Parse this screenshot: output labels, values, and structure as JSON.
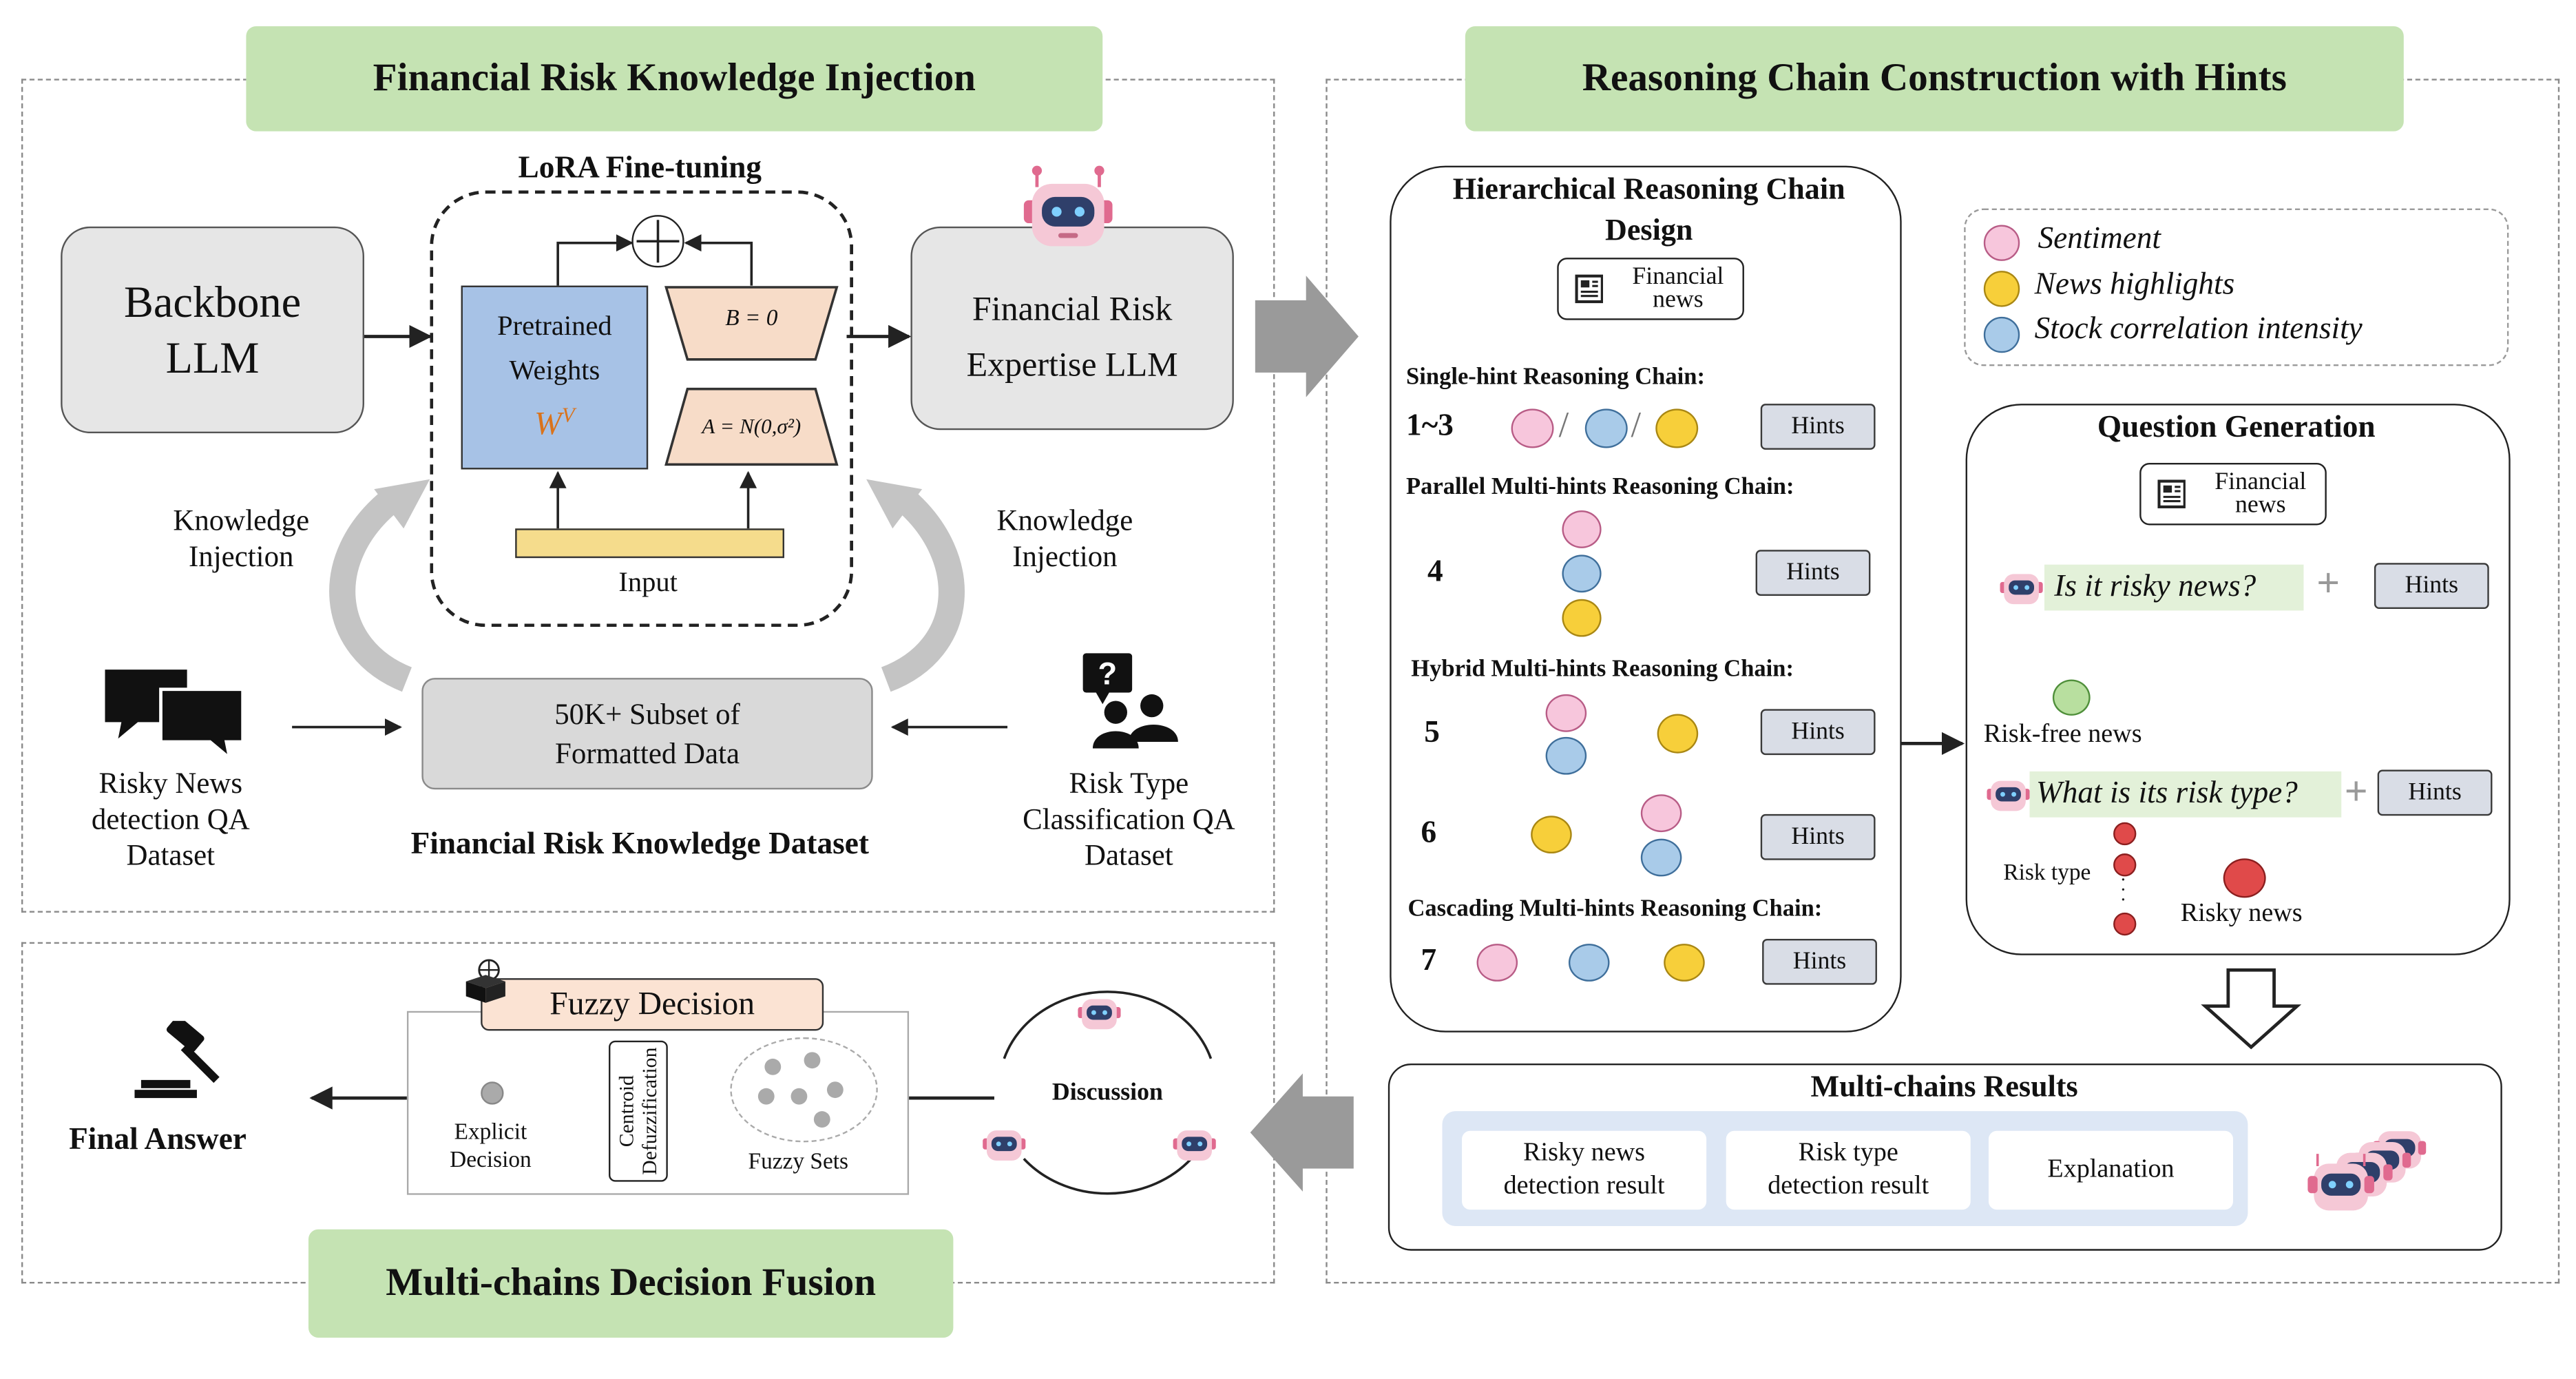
{
  "panels": {
    "injection_title": "Financial Risk Knowledge Injection",
    "reasoning_title": "Reasoning Chain Construction with Hints",
    "fusion_title": "Multi-chains Decision Fusion"
  },
  "injection": {
    "lora_title": "LoRA Fine-tuning",
    "backbone": "Backbone LLM",
    "pretrained": "Pretrained Weights",
    "w_symbol": "W",
    "w_sup": "V",
    "b_eq": "B = 0",
    "a_eq": "A = N(0,σ²)",
    "input": "Input",
    "expertise": "Financial Risk Expertise LLM",
    "knowledge_left": "Knowledge Injection",
    "knowledge_right": "Knowledge Injection",
    "subset": "50K+ Subset of Formatted Data",
    "risky_news_qa": "Risky News detection QA Dataset",
    "risk_type_qa": "Risk Type Classification QA Dataset",
    "dataset_label": "Financial Risk Knowledge Dataset"
  },
  "hierarchical": {
    "title": "Hierarchical Reasoning Chain Design",
    "news": "Financial news",
    "single_label": "Single-hint Reasoning Chain:",
    "single_num": "1~3",
    "parallel_label": "Parallel Multi-hints Reasoning Chain:",
    "parallel_num": "4",
    "hybrid_label": "Hybrid Multi-hints Reasoning Chain:",
    "hybrid_num_a": "5",
    "hybrid_num_b": "6",
    "cascading_label": "Cascading Multi-hints Reasoning Chain:",
    "cascading_num": "7",
    "hints": "Hints"
  },
  "legend": {
    "sentiment": "Sentiment",
    "highlights": "News highlights",
    "correlation": "Stock correlation intensity",
    "colors": {
      "sentiment": "#f7c6dc",
      "highlights": "#f7cf3a",
      "correlation": "#a9cbe9"
    }
  },
  "question": {
    "title": "Question Generation",
    "news": "Financial news",
    "q1": "Is it risky news?",
    "q2": "What is its risk type?",
    "hints": "Hints",
    "risk_free": "Risk-free news",
    "risk_type": "Risk type",
    "risky_news": "Risky news"
  },
  "results": {
    "title": "Multi-chains Results",
    "r1": "Risky news detection result",
    "r2": "Risk type detection result",
    "r3": "Explanation"
  },
  "fusion": {
    "fuzzy_decision": "Fuzzy Decision",
    "centroid": "Centroid Defuzzification",
    "explicit": "Explicit Decision",
    "fuzzy_sets": "Fuzzy Sets",
    "discussion": "Discussion",
    "final_answer": "Final Answer"
  }
}
